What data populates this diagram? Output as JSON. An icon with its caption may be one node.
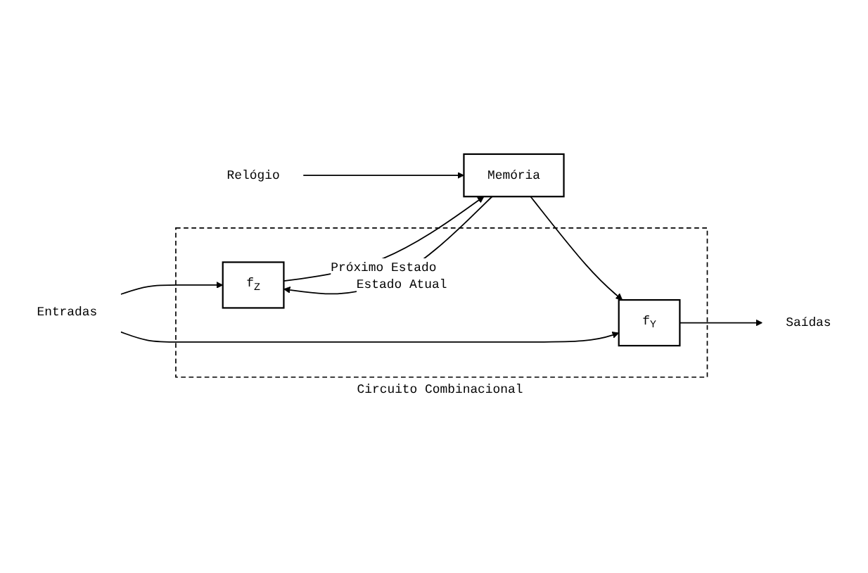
{
  "diagram": {
    "nodes": [
      {
        "text": [
          "Circuito Combinacional"
        ]
      },
      {
        "text": [
          "f$_{Z}$"
        ],
        "in": 0
      },
      {
        "text": [
          "f$_{Y}$"
        ],
        "in": 0
      },
      {
        "text": [
          "Memória"
        ]
      },
      {
        "text": [
          "Relógio"
        ]
      },
      {
        "text": [
          "Entradas"
        ]
      },
      {
        "text": [
          "Saídas"
        ]
      }
    ],
    "edges": [
      {
        "from": 3,
        "to": 1,
        "arrow": "to",
        "label": "Estado Atual"
      },
      {
        "from": 3,
        "to": 2,
        "arrow": "to"
      },
      {
        "from": 5,
        "to": 1,
        "arrow": "to"
      },
      {
        "from": 5,
        "to": 2,
        "arrow": "to"
      },
      {
        "from": 1,
        "to": 3,
        "arrow": "to",
        "label": "Próximo Estado"
      },
      {
        "from": 4,
        "to": 3,
        "arrow": "to"
      },
      {
        "from": 2,
        "to": 6,
        "arrow": "to"
      }
    ]
  }
}
